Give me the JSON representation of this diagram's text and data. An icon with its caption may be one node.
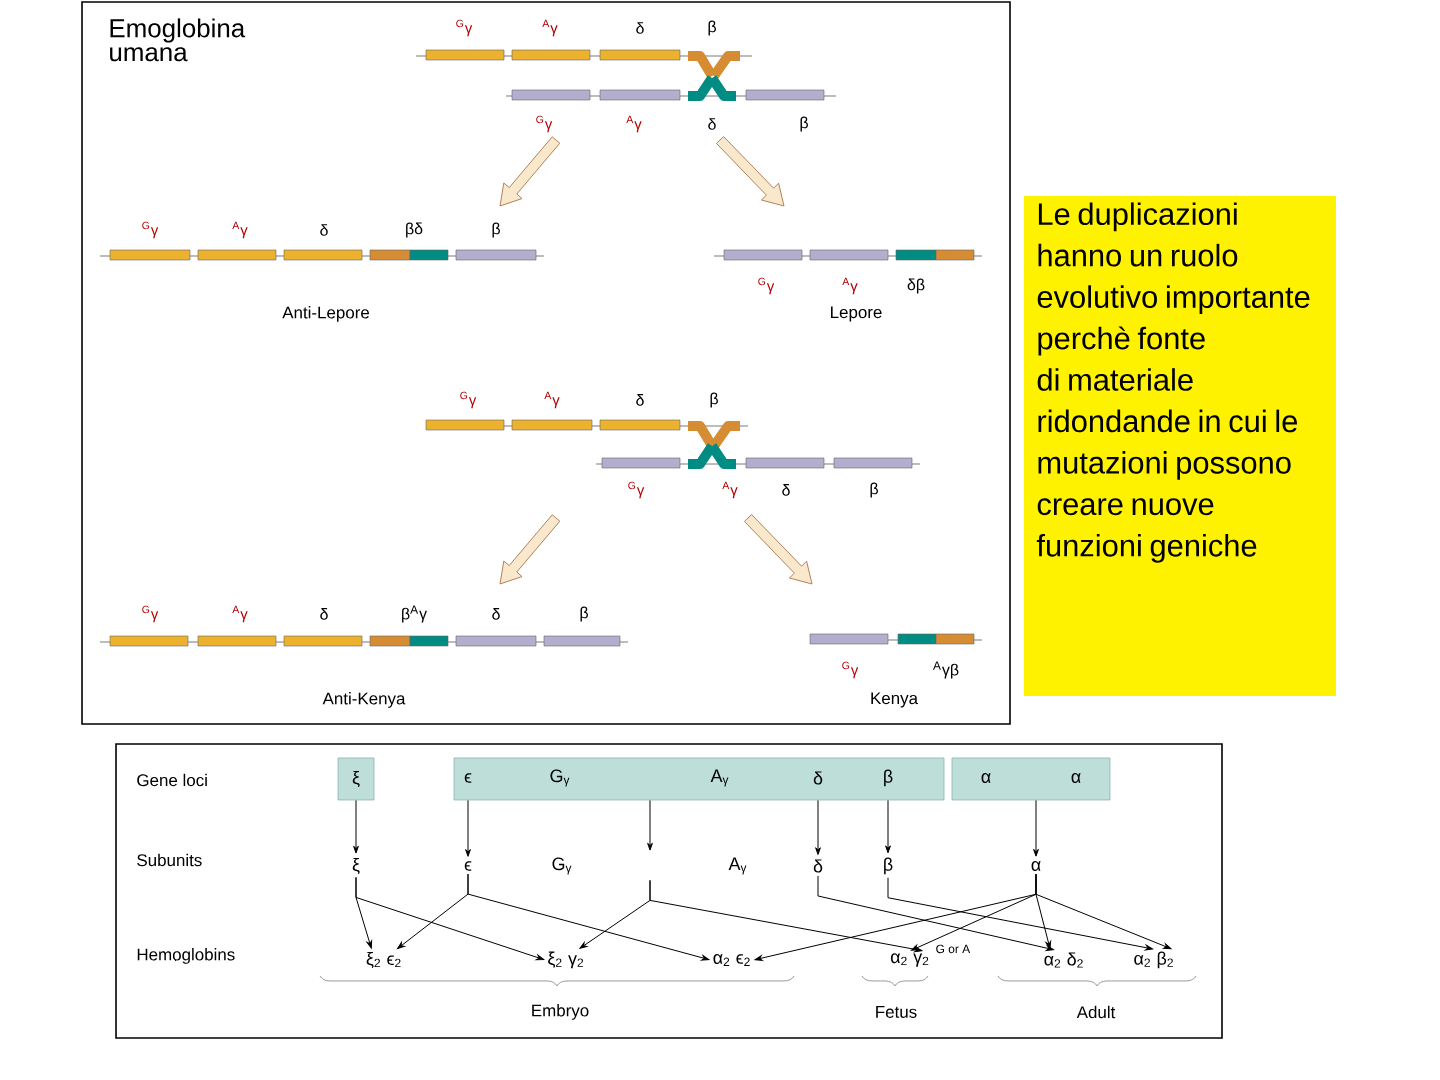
{
  "diagram": {
    "title": "Emoglobina umana",
    "nodes": [
      {
        "text": [
          "Le duplicazioni hanno un ruolo evolutivo importante perchè fonte di materiale ridondande in cui le mutazioni possono creare nuove funzioni geniche"
        ]
      },
      {
        "text": [
          "ξ"
        ]
      },
      {
        "text": [
          "ϵ",
          "G$_{γ}$",
          "A$_{γ}$",
          "δ",
          "β"
        ]
      },
      {
        "text": [
          "α",
          "α"
        ]
      },
      {
        "text": [
          "ξ"
        ]
      },
      {
        "text": [
          "ϵ"
        ]
      },
      {
        "text": [
          "G$_{γ}$",
          "A$_{γ}$"
        ]
      },
      {
        "text": [
          "δ"
        ]
      },
      {
        "text": [
          "β"
        ]
      },
      {
        "text": [
          "α"
        ]
      },
      {
        "text": [
          "ξ$_{2}$  ϵ$_{2}$"
        ]
      },
      {
        "text": [
          "ξ$_{2}$  γ$_{2}$"
        ]
      },
      {
        "text": [
          "α$_{2}$  ϵ$_{2}$"
        ]
      },
      {
        "text": [
          "α$_{2}$  γ$_{2}$"
        ],
        "beside": [
          "G or A"
        ]
      },
      {
        "text": [
          "α$_{2}$  δ$_{2}$"
        ]
      },
      {
        "text": [
          "α$_{2}$  β$_{2}$"
        ]
      }
    ],
    "edges": [
      {
        "from": 1,
        "to": 4,
        "arrow": "to"
      },
      {
        "from": 2,
        "to": 5,
        "arrow": "to"
      },
      {
        "from": 2,
        "to": 6,
        "arrow": "to"
      },
      {
        "from": 2,
        "to": 7,
        "arrow": "to"
      },
      {
        "from": 2,
        "to": 8,
        "arrow": "to"
      },
      {
        "from": 3,
        "to": 9,
        "arrow": "to"
      },
      {
        "from": 4,
        "to": 10,
        "arrow": "to"
      },
      {
        "from": 4,
        "to": 11,
        "arrow": "to"
      },
      {
        "from": 5,
        "to": 10,
        "arrow": "to"
      },
      {
        "from": 5,
        "to": 12,
        "arrow": "to"
      },
      {
        "from": 6,
        "to": 11,
        "arrow": "to"
      },
      {
        "from": 6,
        "to": 13,
        "arrow": "to"
      },
      {
        "from": 7,
        "to": 14,
        "arrow": "to"
      },
      {
        "from": 8,
        "to": 15,
        "arrow": "to"
      },
      {
        "from": 9,
        "to": 12,
        "arrow": "to"
      },
      {
        "from": 9,
        "to": 13,
        "arrow": "to"
      },
      {
        "from": 9,
        "to": 14,
        "arrow": "to"
      },
      {
        "from": 9,
        "to": 15,
        "arrow": "to"
      }
    ],
    "labels": [
      "$^{G}$γ",
      "$^{A}$γ",
      "δ",
      "β",
      "$^{G}$γ",
      "$^{A}$γ",
      "δ",
      "β",
      "$^{G}$γ",
      "$^{A}$γ",
      "δ",
      "βδ",
      "β",
      "$^{G}$γ",
      "$^{A}$γ",
      "δβ",
      "Anti-Lepore",
      "Lepore",
      "$^{G}$γ",
      "$^{A}$γ",
      "δ",
      "β",
      "$^{G}$γ",
      "$^{A}$γ",
      "δ",
      "β",
      "$^{G}$γ",
      "$^{A}$γ",
      "δ",
      "β$^{A}$γ",
      "δ",
      "β",
      "$^{G}$γ",
      "$^{A}$γβ",
      "Anti-Kenya",
      "Kenya",
      "Gene loci",
      "Subunits",
      "Hemoglobins",
      "Embryo",
      "Fetus",
      "Adult"
    ]
  }
}
